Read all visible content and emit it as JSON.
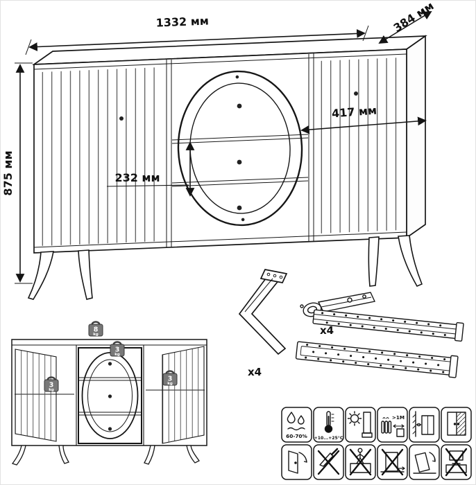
{
  "figure": {
    "type": "furniture-technical-drawing",
    "product": "commode"
  },
  "dimensions": {
    "width": "1332 мм",
    "depth": "384 мм",
    "height": "875 мм",
    "niche_width": "417 мм",
    "drawer_front_height": "232 мм"
  },
  "parts": {
    "leg": {
      "name": "metal-leg",
      "qty": "x4"
    },
    "hinge": {
      "name": "cup-hinge",
      "qty": "x4"
    },
    "slides": {
      "name": "drawer-slides"
    }
  },
  "load_limits": {
    "unit": "kg",
    "top_panel": "8",
    "left_shelf": "3",
    "drawer": "3",
    "right_shelf": "3"
  },
  "care_grid": {
    "row1": [
      {
        "name": "humidity-icon",
        "label": "60-70%"
      },
      {
        "name": "temperature-icon",
        "label": "+10...+25°C"
      },
      {
        "name": "no-direct-sunlight-icon",
        "label": ""
      },
      {
        "name": "heater-distance-icon",
        "label": ">1M"
      },
      {
        "name": "wall-clearance-icon",
        "label": ""
      },
      {
        "name": "placement-icon",
        "label": ""
      }
    ],
    "row2": [
      {
        "name": "open-doors-carefully-icon",
        "label": ""
      },
      {
        "name": "no-sharp-tools-icon",
        "label": ""
      },
      {
        "name": "no-climbing-icon",
        "label": ""
      },
      {
        "name": "no-dragging-icon",
        "label": ""
      },
      {
        "name": "tipping-hazard-icon",
        "label": ""
      },
      {
        "name": "no-heavy-load-icon",
        "label": ""
      }
    ]
  }
}
